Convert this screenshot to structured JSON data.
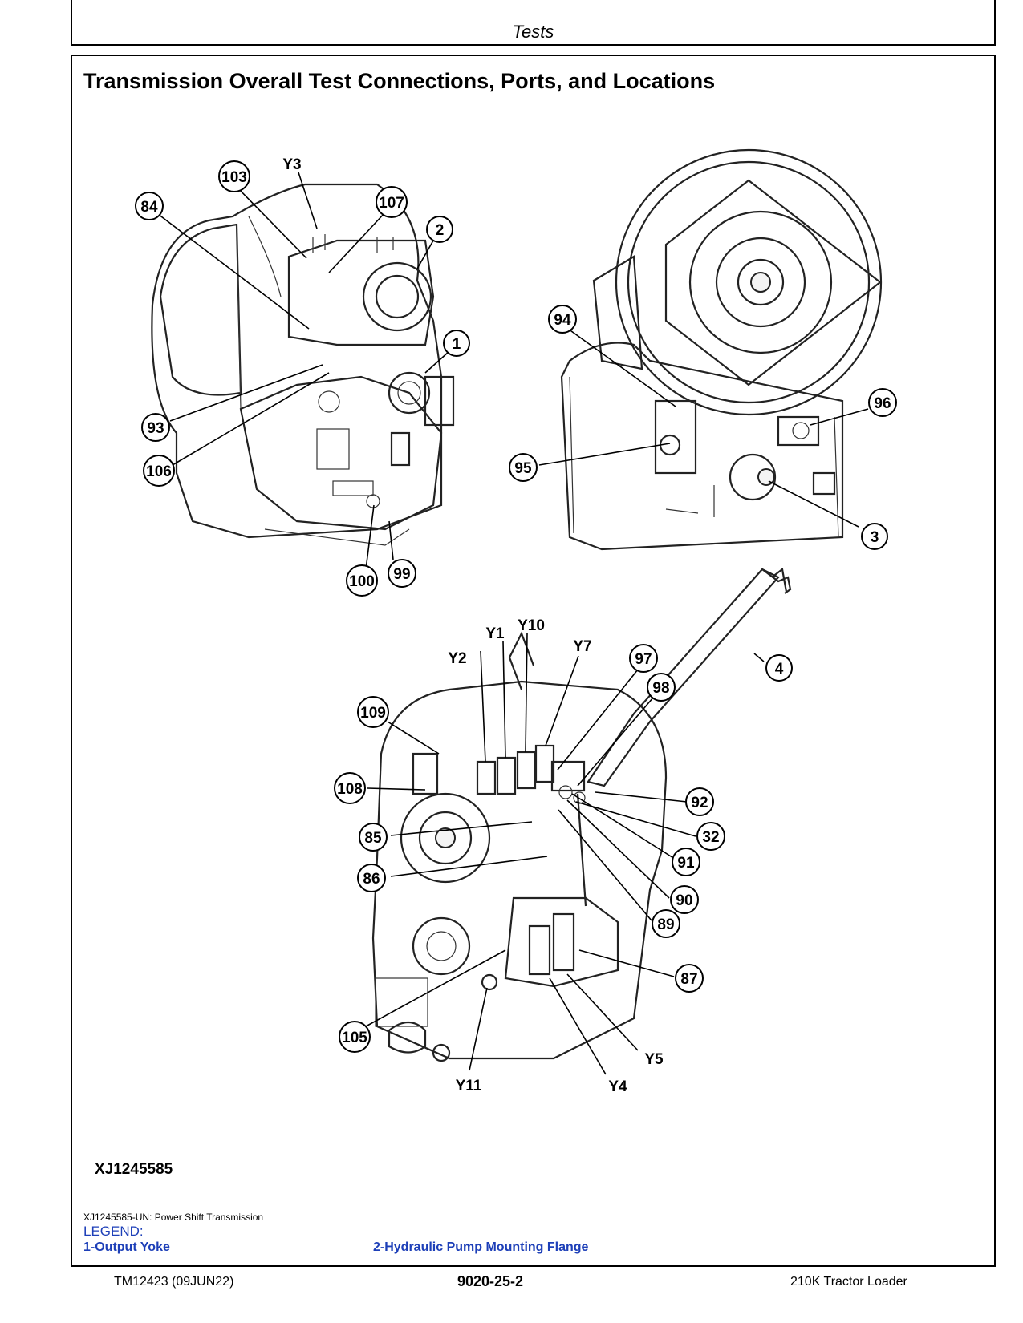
{
  "header": {
    "section_title": "Tests"
  },
  "page": {
    "title": "Transmission Overall Test Connections, Ports, and Locations"
  },
  "figure": {
    "id": "XJ1245585",
    "caption": "XJ1245585-UN: Power Shift Transmission",
    "callouts": [
      "103",
      "84",
      "107",
      "2",
      "1",
      "93",
      "106",
      "100",
      "99",
      "94",
      "96",
      "95",
      "3",
      "4",
      "97",
      "98",
      "109",
      "108",
      "92",
      "32",
      "85",
      "91",
      "86",
      "90",
      "89",
      "87",
      "105",
      "Y5",
      "Y11",
      "Y4"
    ],
    "labels": [
      "Y3",
      "Y1",
      "Y10",
      "Y7",
      "Y2"
    ]
  },
  "legend": {
    "heading": "LEGEND:",
    "items": [
      "1-Output Yoke",
      "2-Hydraulic Pump Mounting Flange"
    ]
  },
  "footer": {
    "left": "TM12423 (09JUN22)",
    "center": "9020-25-2",
    "right": "210K Tractor Loader"
  }
}
